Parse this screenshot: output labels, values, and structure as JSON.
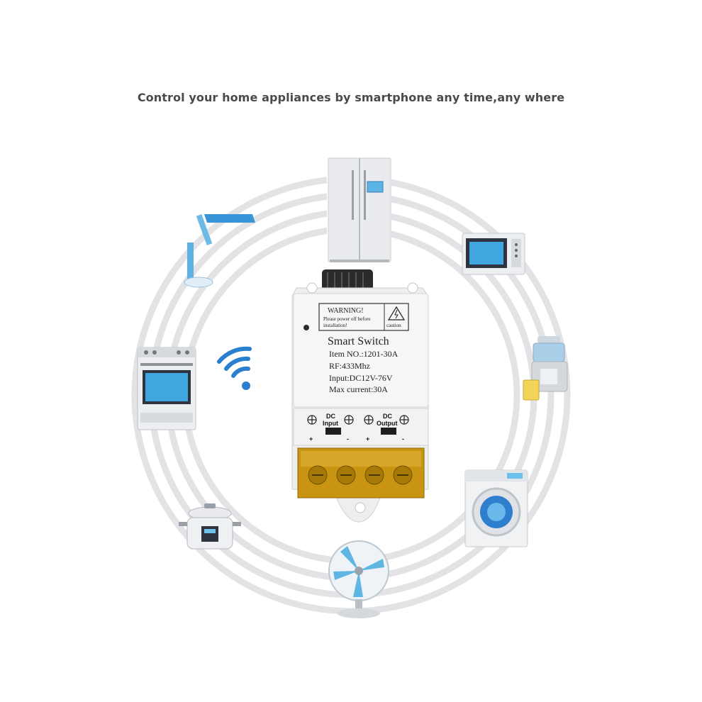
{
  "headline": "Control your home appliances by smartphone any time,any where",
  "device": {
    "warning_title": "WARNING!",
    "warning_line1": "Please power off before",
    "warning_line2": "installation!",
    "caution": "caution",
    "name": "Smart Switch",
    "item_no": "Item NO.:1201-30A",
    "rf": "RF:433Mhz",
    "input": "Input:DC12V-76V",
    "max_current": "Max current:30A",
    "dc_input_label_top": "DC",
    "dc_input_label_bottom": "Input",
    "dc_output_label_top": "DC",
    "dc_output_label_bottom": "Output",
    "plus": "+",
    "minus": "-"
  },
  "icons": [
    "refrigerator-icon",
    "microwave-icon",
    "juicer-icon",
    "washing-machine-icon",
    "fan-icon",
    "rice-cooker-icon",
    "oven-icon",
    "desk-lamp-icon",
    "wifi-icon"
  ],
  "colors": {
    "ring": "#e3e3e6",
    "device_body": "#f4f4f4",
    "terminal": "#d4a017",
    "wifi": "#2a7fd0"
  }
}
